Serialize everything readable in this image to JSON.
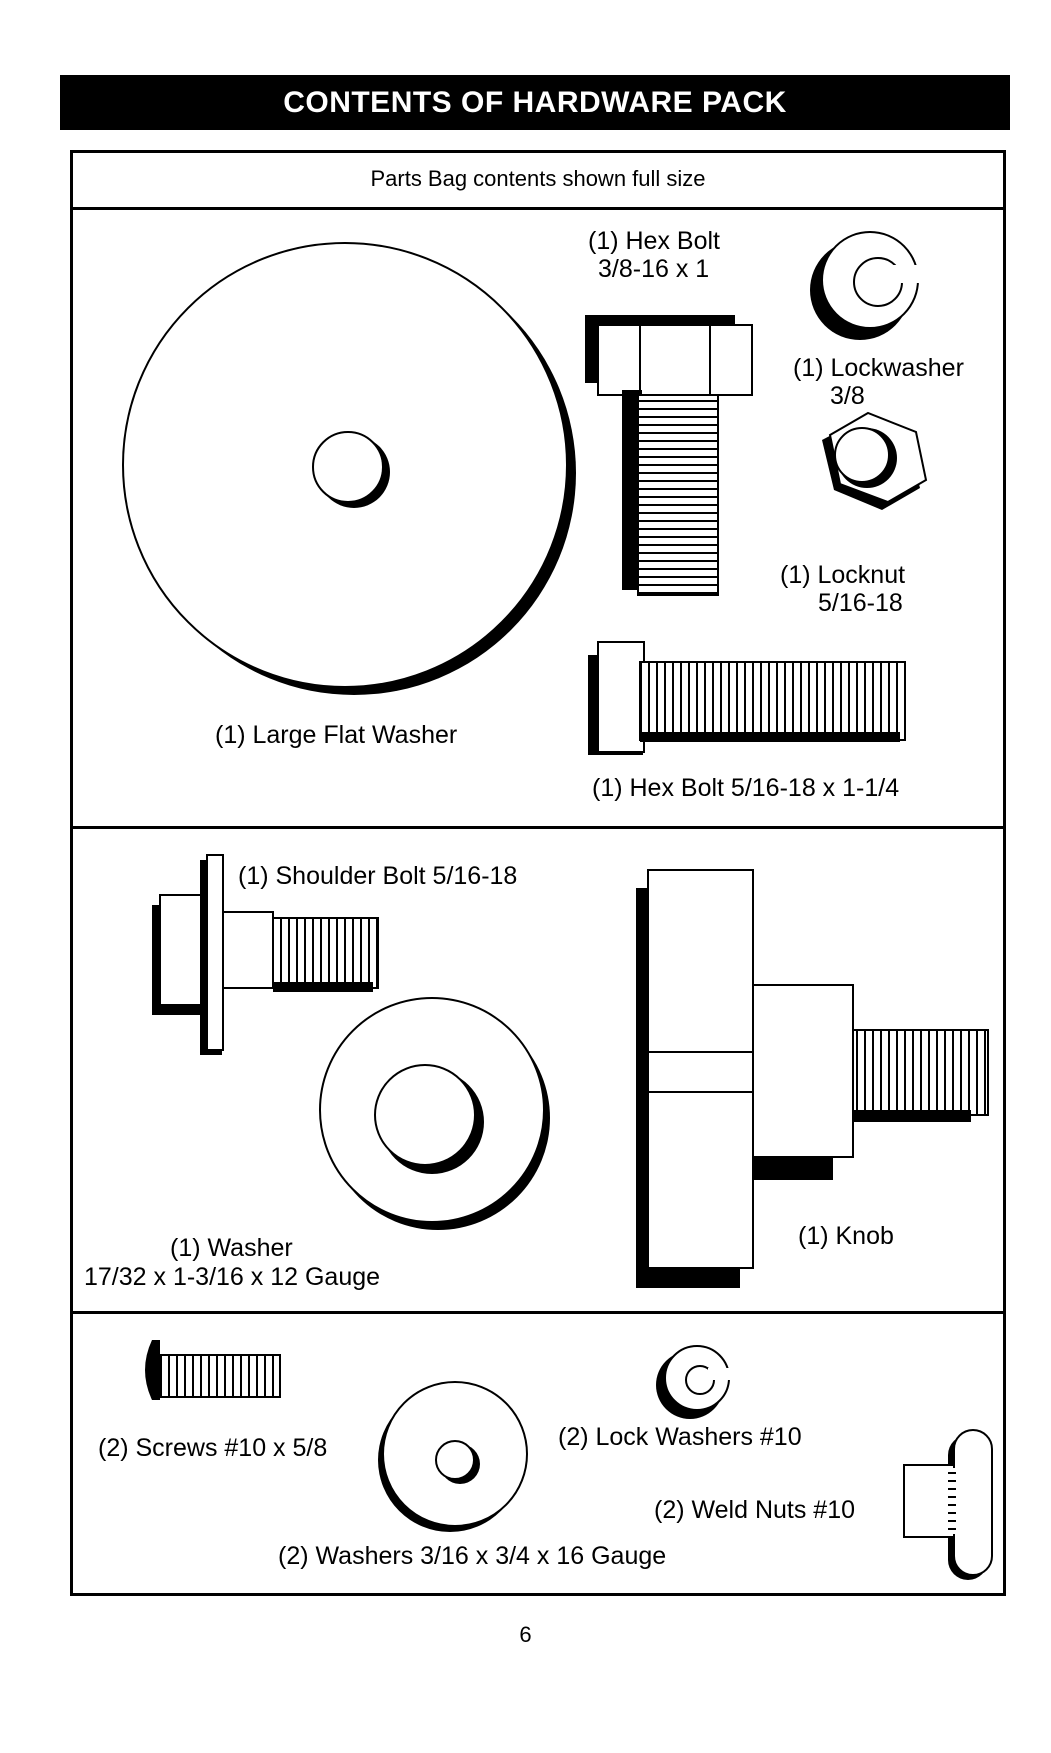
{
  "title": "CONTENTS OF HARDWARE PACK",
  "subtitle": "Parts Bag contents shown full size",
  "parts": {
    "hex_bolt_small": {
      "qty": "(1) Hex Bolt",
      "spec": "3/8-16 x 1"
    },
    "lockwasher": {
      "qty": "(1) Lockwasher",
      "spec": "3/8"
    },
    "locknut": {
      "qty": "(1) Locknut",
      "spec": "5/16-18"
    },
    "large_flat_washer": "(1) Large Flat Washer",
    "hex_bolt_long": "(1) Hex Bolt  5/16-18 x 1-1/4",
    "shoulder_bolt": "(1) Shoulder Bolt  5/16-18",
    "washer": {
      "qty": "(1) Washer",
      "spec": "17/32 x 1-3/16 x 12 Gauge"
    },
    "knob": "(1) Knob",
    "screws": "(2) Screws  #10 x 5/8",
    "lock_washers": "(2) Lock Washers  #10",
    "weld_nuts": "(2) Weld Nuts  #10",
    "washers_small": "(2) Washers  3/16 x 3/4 x 16 Gauge"
  },
  "page_number": "6"
}
